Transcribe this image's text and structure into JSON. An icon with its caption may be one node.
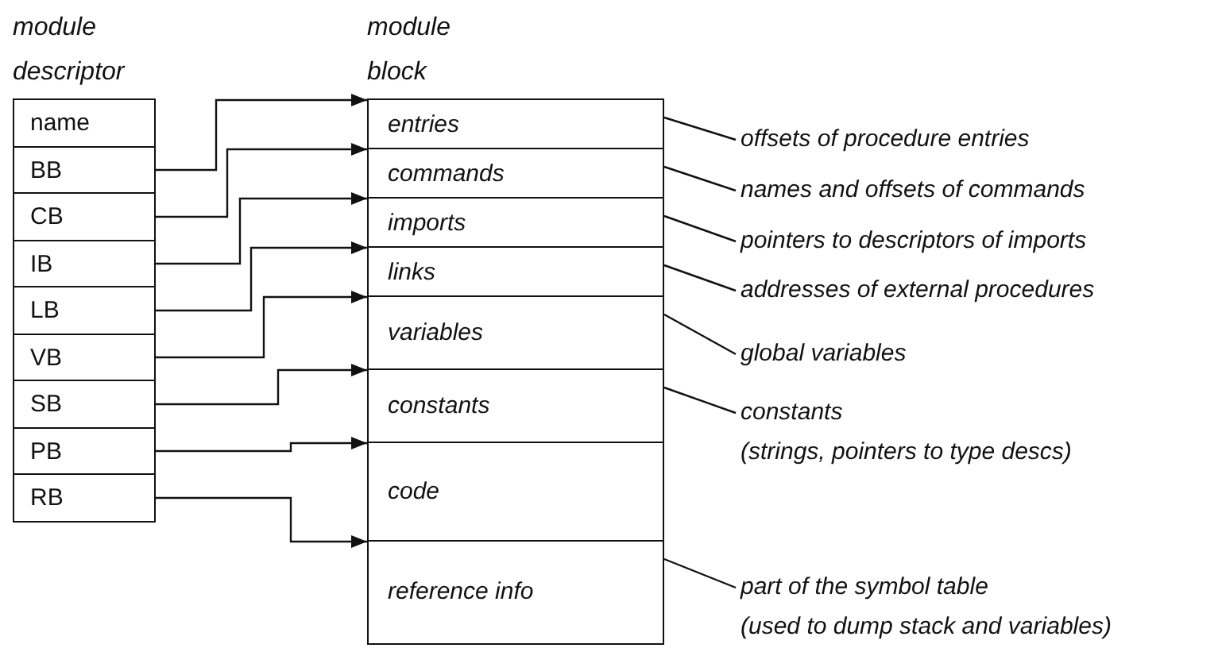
{
  "diagram": {
    "nodes": [
      {
        "text": [
          "module descriptor"
        ]
      },
      {
        "text": [
          "name"
        ],
        "in": 0
      },
      {
        "text": [
          "BB"
        ],
        "in": 0
      },
      {
        "text": [
          "CB"
        ],
        "in": 0
      },
      {
        "text": [
          "IB"
        ],
        "in": 0
      },
      {
        "text": [
          "LB"
        ],
        "in": 0
      },
      {
        "text": [
          "VB"
        ],
        "in": 0
      },
      {
        "text": [
          "SB"
        ],
        "in": 0
      },
      {
        "text": [
          "PB"
        ],
        "in": 0
      },
      {
        "text": [
          "RB"
        ],
        "in": 0
      },
      {
        "text": [
          "module block"
        ]
      },
      {
        "text": [
          "entries"
        ],
        "in": 10
      },
      {
        "text": [
          "commands"
        ],
        "in": 10
      },
      {
        "text": [
          "imports"
        ],
        "in": 10
      },
      {
        "text": [
          "links"
        ],
        "in": 10
      },
      {
        "text": [
          "variables"
        ],
        "in": 10
      },
      {
        "text": [
          "constants"
        ],
        "in": 10
      },
      {
        "text": [
          "code"
        ],
        "in": 10
      },
      {
        "text": [
          "reference info"
        ],
        "in": 10
      },
      {
        "text": [
          "offsets of procedure entries"
        ]
      },
      {
        "text": [
          "names and offsets of commands"
        ]
      },
      {
        "text": [
          "pointers to descriptors of imports"
        ]
      },
      {
        "text": [
          "addresses of external procedures"
        ]
      },
      {
        "text": [
          "global variables"
        ]
      },
      {
        "text": [
          "constants",
          "(strings, pointers to type descs)"
        ]
      },
      {
        "text": [
          "part of the symbol table",
          "(used to dump stack and variables)"
        ]
      }
    ],
    "edges": [
      {
        "from": 2,
        "to": 11,
        "arrow": "to"
      },
      {
        "from": 3,
        "to": 12,
        "arrow": "to"
      },
      {
        "from": 4,
        "to": 13,
        "arrow": "to"
      },
      {
        "from": 5,
        "to": 14,
        "arrow": "to"
      },
      {
        "from": 6,
        "to": 15,
        "arrow": "to"
      },
      {
        "from": 7,
        "to": 16,
        "arrow": "to"
      },
      {
        "from": 8,
        "to": 17,
        "arrow": "to"
      },
      {
        "from": 9,
        "to": 18,
        "arrow": "to"
      },
      {
        "from": 19,
        "to": 11,
        "arrow": "none"
      },
      {
        "from": 20,
        "to": 12,
        "arrow": "none"
      },
      {
        "from": 21,
        "to": 13,
        "arrow": "none"
      },
      {
        "from": 22,
        "to": 14,
        "arrow": "none"
      },
      {
        "from": 23,
        "to": 15,
        "arrow": "none"
      },
      {
        "from": 24,
        "to": 16,
        "arrow": "none"
      },
      {
        "from": 25,
        "to": 18,
        "arrow": "none"
      }
    ]
  }
}
